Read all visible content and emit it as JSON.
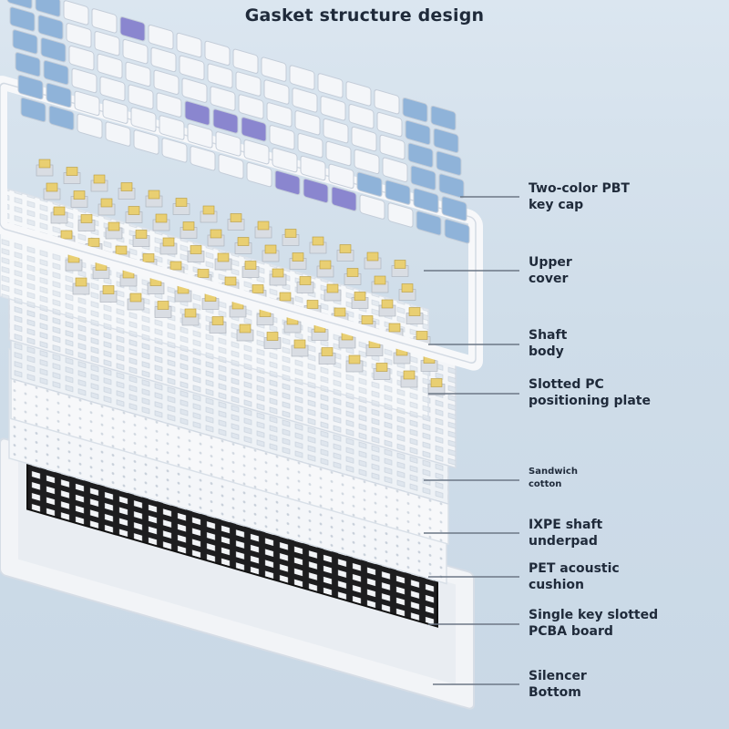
{
  "title": "Gasket structure design",
  "labels": {
    "keycap": [
      "Two-color PBT",
      "key cap"
    ],
    "upper_cover": [
      "Upper",
      "cover"
    ],
    "shaft_body": [
      "Shaft",
      "body"
    ],
    "pc_plate": [
      "Slotted PC",
      "positioning plate"
    ],
    "sandwich": [
      "Sandwich",
      "cotton"
    ],
    "ixpe": [
      "IXPE shaft",
      "underpad"
    ],
    "pet": [
      "PET acoustic",
      "cushion"
    ],
    "pcba": [
      "Single key slotted",
      "PCBA board"
    ],
    "silencer": [
      "Silencer",
      "Bottom"
    ]
  },
  "colors": {
    "keycap_white": "#f4f6f9",
    "keycap_blue": "#8fb3d9",
    "keycap_purple": "#8a86cf",
    "switch_yellow": "#e9cf72",
    "frame_white": "#f7f8fa",
    "pcb_black": "#1d1d1f",
    "leader_line": "#6c7785"
  }
}
